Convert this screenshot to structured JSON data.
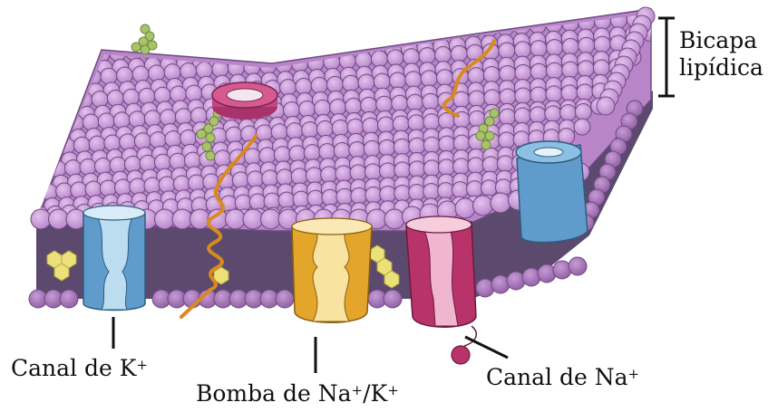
{
  "labels": {
    "bilayer_line1": "Bicapa",
    "bilayer_line2": "lipídica",
    "k_channel": {
      "text": "Canal de K",
      "sup": "+"
    },
    "pump": {
      "text_a": "Bomba de Na",
      "sup_a": "+",
      "slash": "/K",
      "sup_b": "+"
    },
    "na_channel": {
      "text": "Canal de Na",
      "sup": "+"
    }
  },
  "colors": {
    "lipid_head": "#c89ad8",
    "lipid_head_dark": "#a475b4",
    "lipid_tail": "#5b3d73",
    "cholesterol": "#ece07a",
    "glycan": "#a8c46a",
    "k_channel": "#6aa8d6",
    "k_channel_light": "#bcdcf0",
    "pump_dark": "#e3a52a",
    "pump_light": "#f8e3a0",
    "na_channel": "#b8336a",
    "na_channel_light": "#f0b6cf",
    "peptide": "#d98a1e",
    "receptor": "#c4467e"
  },
  "icons": [
    "lipid-head-icon",
    "glycan-chain-icon",
    "cholesterol-icon",
    "protein-channel-icon"
  ]
}
